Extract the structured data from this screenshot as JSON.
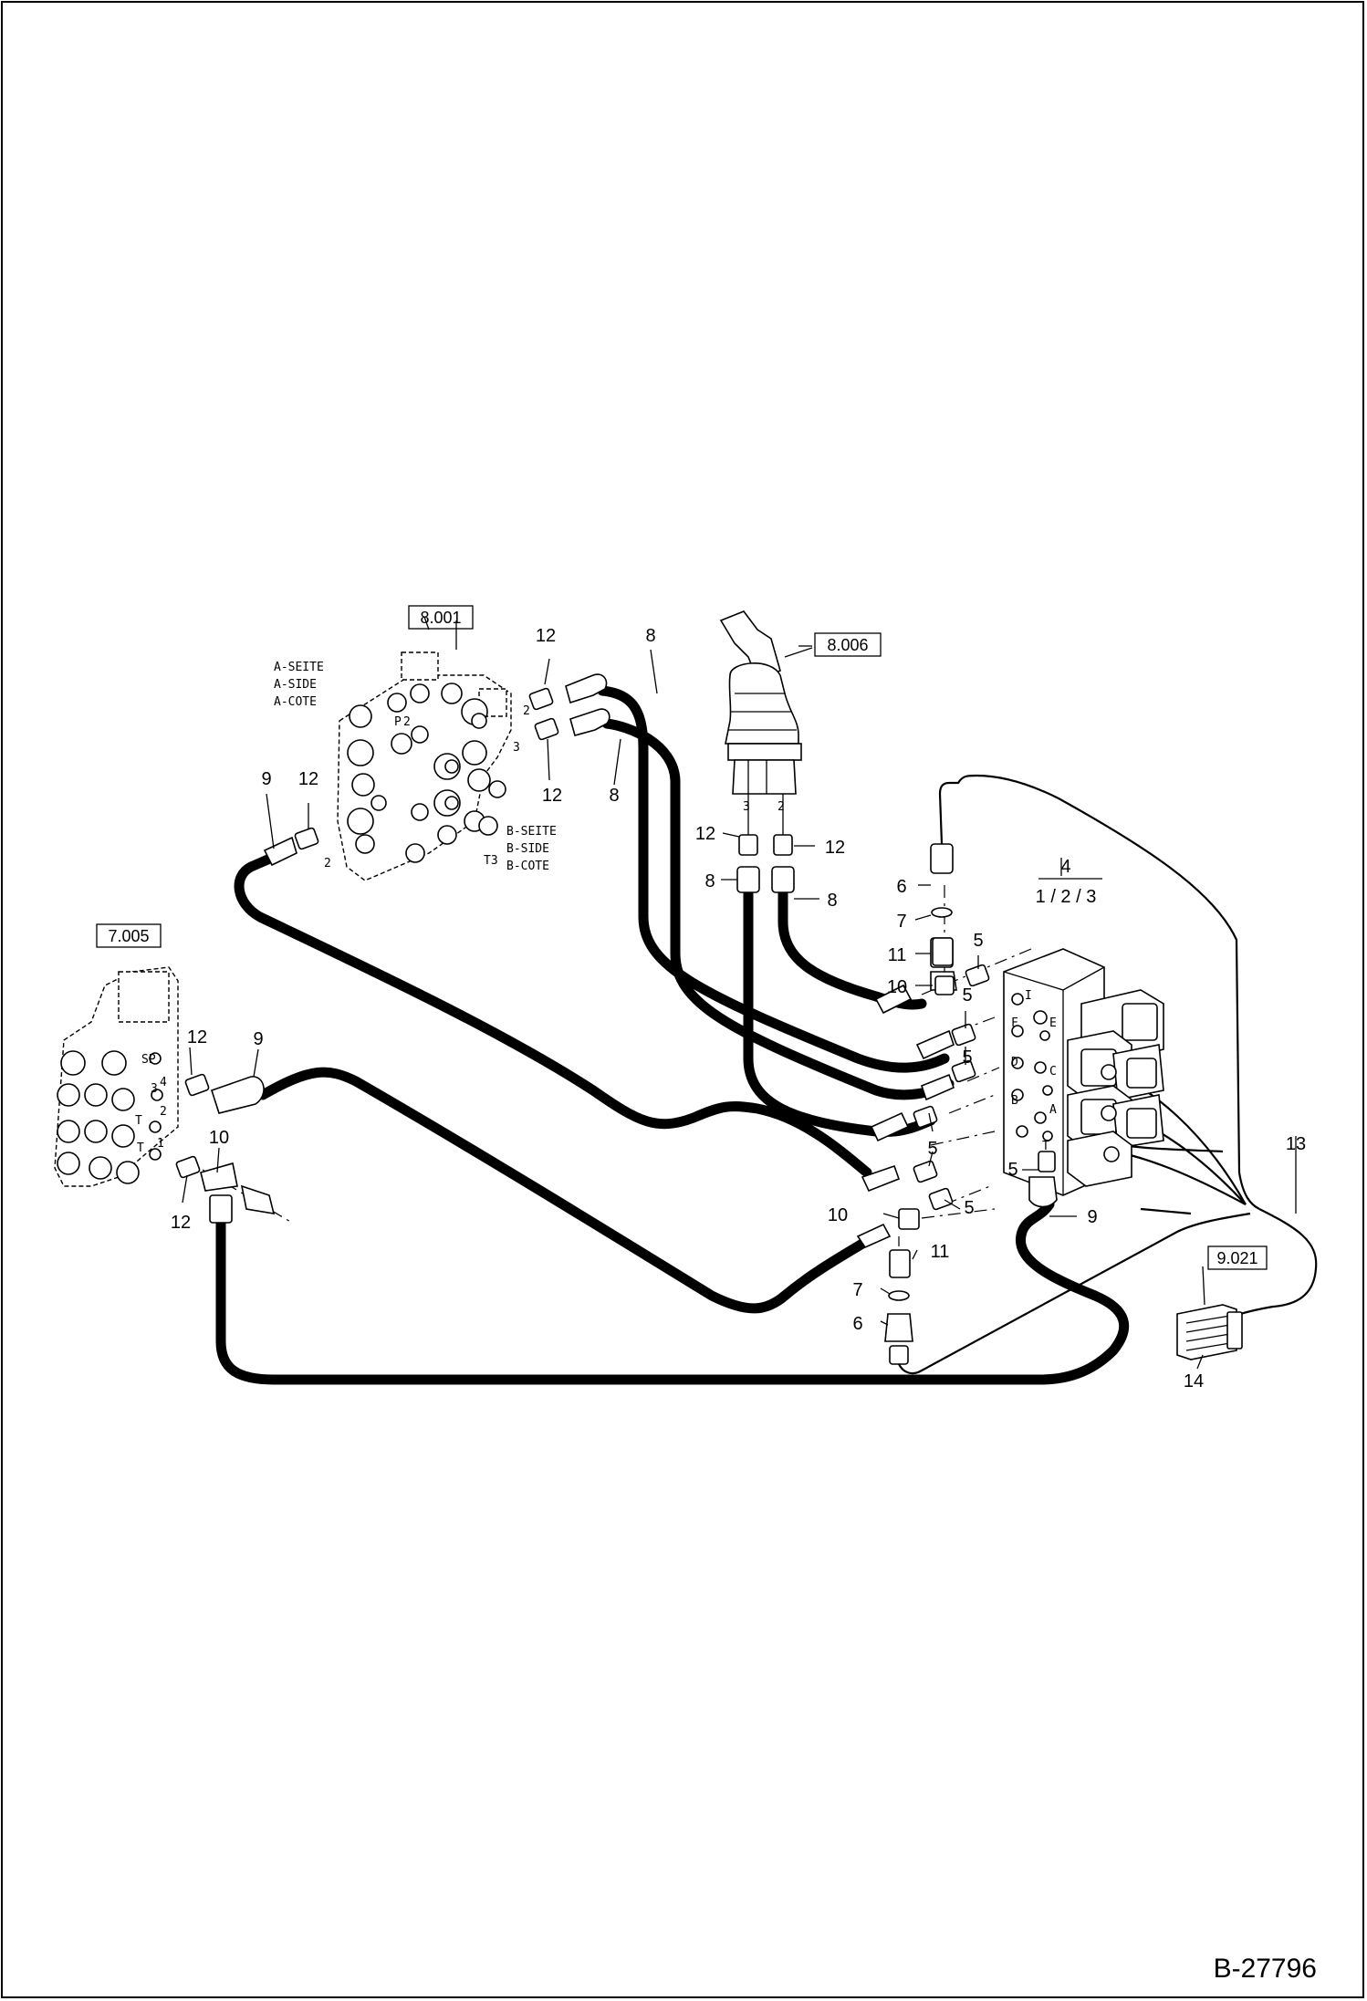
{
  "drawing_number": "B-27796",
  "references": {
    "control_valve": "8.001",
    "joystick": "8.006",
    "valve_block": "7.005",
    "connector": "9.021"
  },
  "side_labels": {
    "a_side": [
      "A-SEITE",
      "A-SIDE",
      "A-COTE"
    ],
    "b_side": [
      "B-SEITE",
      "B-SIDE",
      "B-COTE"
    ],
    "t3": "T3"
  },
  "assembly": {
    "item": "4",
    "variants": "1 / 2 / 3"
  },
  "callouts": [
    "5",
    "6",
    "7",
    "8",
    "9",
    "10",
    "11",
    "12",
    "13",
    "14"
  ],
  "port_letters": [
    "I",
    "E",
    "F",
    "D",
    "C",
    "B",
    "A",
    "T"
  ],
  "block_ports": [
    "SP",
    "4",
    "3",
    "T",
    "2",
    "T",
    "1"
  ],
  "joystick_ports": [
    "3",
    "2"
  ],
  "valve_ports": [
    "2",
    "3",
    "2",
    "P",
    "2"
  ]
}
